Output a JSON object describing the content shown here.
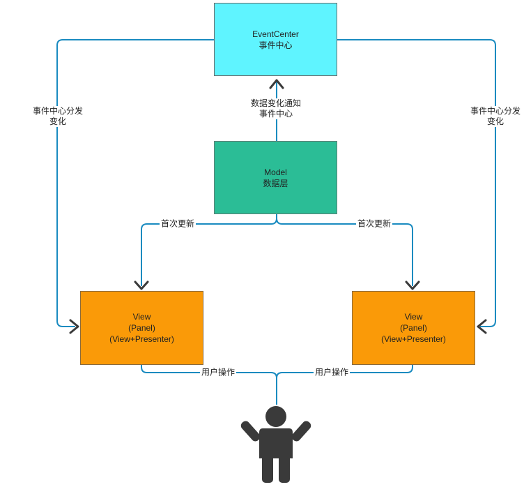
{
  "nodes": {
    "event_center": {
      "line1": "EventCenter",
      "line2": "事件中心",
      "fill": "#5ff4ff"
    },
    "model": {
      "line1": "Model",
      "line2": "数据层",
      "fill": "#2bbd96"
    },
    "view_left": {
      "line1": "View",
      "line2": "(Panel)",
      "line3": "(View+Presenter)",
      "fill": "#fa9a08"
    },
    "view_right": {
      "line1": "View",
      "line2": "(Panel)",
      "line3": "(View+Presenter)",
      "fill": "#fa9a08"
    }
  },
  "edges": {
    "model_to_center": {
      "line1": "数据变化通知",
      "line2": "事件中心"
    },
    "center_to_left": {
      "line1": "事件中心分发",
      "line2": "变化"
    },
    "center_to_right": {
      "line1": "事件中心分发",
      "line2": "变化"
    },
    "model_to_left": {
      "label": "首次更新"
    },
    "model_to_right": {
      "label": "首次更新"
    },
    "user_to_left": {
      "label": "用户操作"
    },
    "user_to_right": {
      "label": "用户操作"
    }
  },
  "colors": {
    "line": "#1a8bc0",
    "arrow": "#3a3a3a",
    "person": "#3a3a3a"
  },
  "icons": {
    "user": "person-icon"
  }
}
